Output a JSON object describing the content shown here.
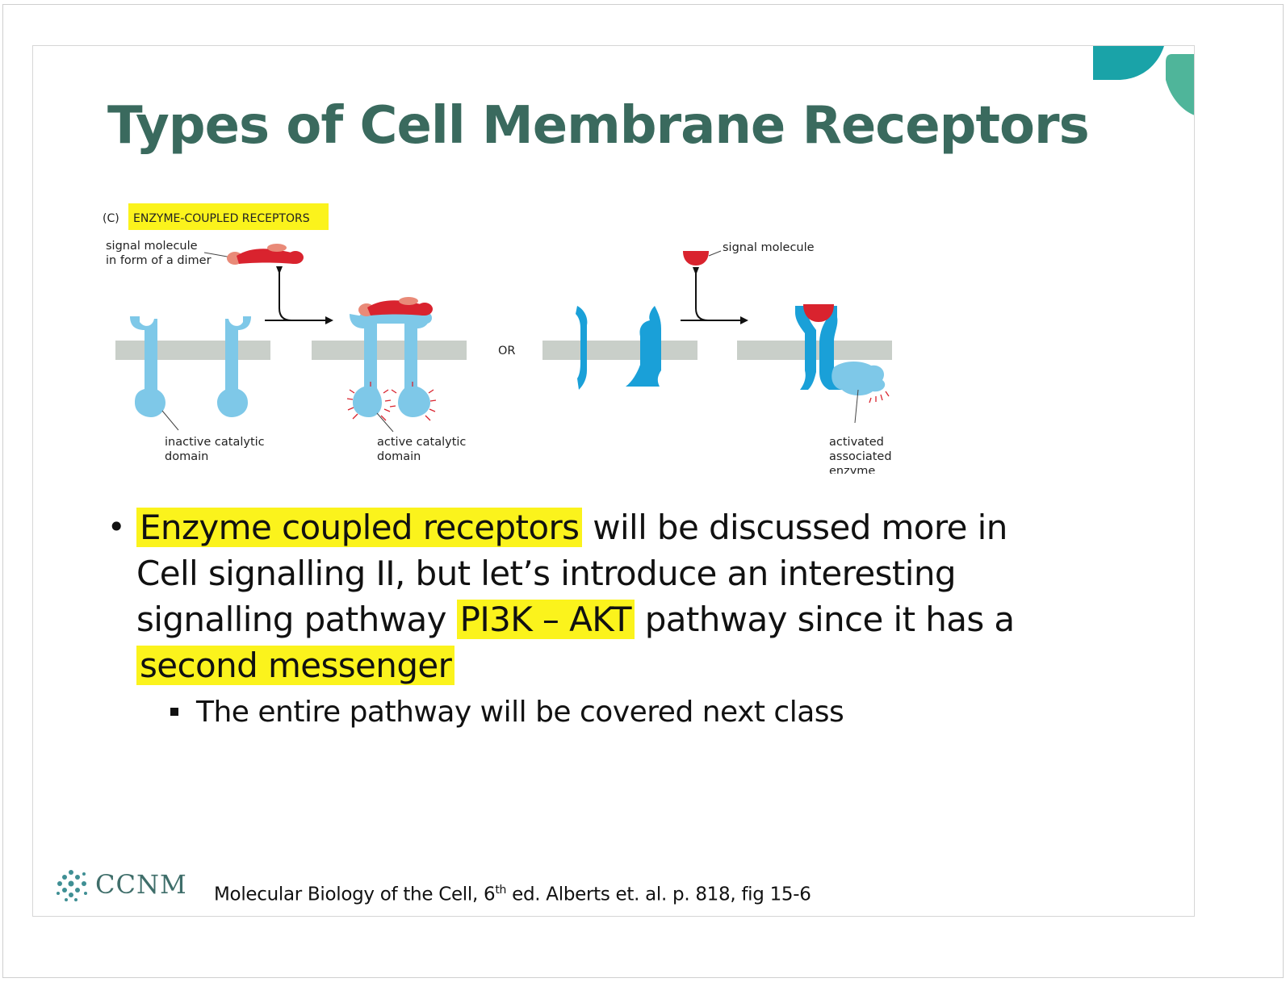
{
  "slide": {
    "title": "Types of Cell Membrane Receptors"
  },
  "figure": {
    "panel_letter": "(C)",
    "panel_title": "ENZYME-COUPLED RECEPTORS",
    "label_signal_dimer_line1": "signal molecule",
    "label_signal_dimer_line2": "in form of a dimer",
    "label_signal_molecule": "signal molecule",
    "label_or": "OR",
    "label_inactive_line1": "inactive catalytic",
    "label_inactive_line2": "domain",
    "label_active_line1": "active catalytic",
    "label_active_line2": "domain",
    "label_activated_line1": "activated",
    "label_activated_line2": "associated",
    "label_activated_line3": "enzyme"
  },
  "bullets": {
    "main_highlight_1": "Enzyme coupled receptors",
    "main_text_1": " will be discussed more in Cell signalling II, but let’s introduce an interesting signalling pathway ",
    "main_highlight_2": "PI3K – AKT",
    "main_text_2": " pathway since it has a ",
    "main_highlight_3": "second messenger",
    "sub_item_1": "The entire pathway will be covered next class"
  },
  "footer": {
    "logo_text": "CCNM",
    "citation_pre": "Molecular Biology of the Cell, 6",
    "citation_sup": "th",
    "citation_post": " ed. Alberts et. al. p. 818, fig 15-6"
  },
  "colors": {
    "title": "#3a6a5e",
    "highlight": "#fbf31c",
    "receptor_blue": "#7ec8e8",
    "receptor_dark_blue": "#1aa0d8",
    "signal_red": "#d9232e",
    "signal_salmon": "#e98a78",
    "membrane": "#c9cfc9",
    "logo": "#3f6e6a"
  }
}
